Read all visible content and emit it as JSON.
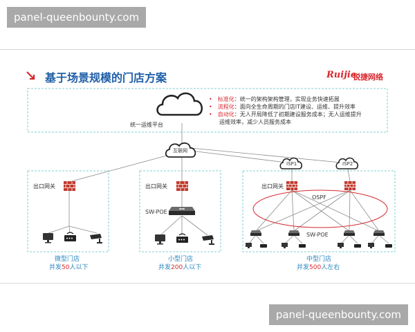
{
  "watermarks": {
    "top": "panel-queenbounty.com",
    "bottom": "panel-queenbounty.com"
  },
  "title": "基于场景规模的门店方案",
  "brand": {
    "latin": "Ruijie",
    "cn": "锐捷网络",
    "color": "#d7282f"
  },
  "accent_color": "#1f5fa8",
  "platform_label": "统一运维平台",
  "internet_label": "互联网",
  "bullets": [
    {
      "key": "标准化",
      "text": "：统一的架构架构管理，实现业务快速拓展",
      "cont": ""
    },
    {
      "key": "流程化",
      "text": "：面向全生命周期的门店IT建设、运维、提升效率",
      "cont": ""
    },
    {
      "key": "自动化",
      "text": "：无人开局降低了初期建设服务成本；无人运维提升",
      "cont": "运维效率，减少人员服务成本"
    }
  ],
  "stores": {
    "micro": {
      "gateway_label": "出口网关",
      "name": "微型门店",
      "cap_prefix": "并发",
      "cap_num": "50",
      "cap_suffix": "人以下"
    },
    "small": {
      "gateway_label": "出口网关",
      "switch_label": "SW-POE",
      "name": "小型门店",
      "cap_prefix": "并发",
      "cap_num": "200",
      "cap_suffix": "人以下"
    },
    "medium": {
      "isp1": "ISP1",
      "isp2": "ISP2",
      "gateway_label": "出口网关",
      "ospf_label": "OSPF",
      "switch_label": "SW-POE",
      "name": "中型门店",
      "cap_prefix": "并发",
      "cap_num": "500",
      "cap_suffix": "人左右"
    }
  },
  "icons": [
    "cloud-icon",
    "firewall-icon",
    "switch-icon",
    "monitor-icon",
    "router-icon",
    "camera-icon",
    "arrow-icon"
  ]
}
